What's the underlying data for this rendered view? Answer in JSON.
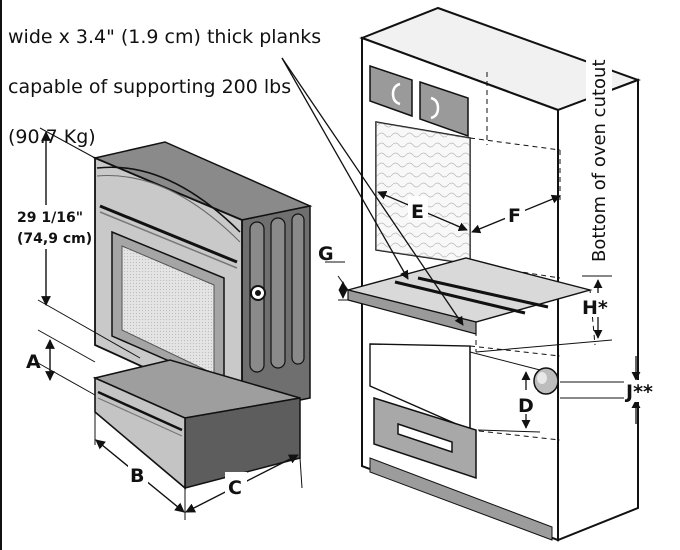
{
  "note_lines": [
    "wide x 3.4\" (1.9 cm) thick planks",
    "capable of supporting 200 lbs",
    "(90.7 Kg)"
  ],
  "dimension_text": {
    "height_in": "29 1/16\"",
    "height_cm": "(74,9 cm)"
  },
  "labels": {
    "A": "A",
    "B": "B",
    "C": "C",
    "D": "D",
    "E": "E",
    "F": "F",
    "G": "G",
    "H": "H*",
    "J": "J**"
  },
  "cutout_caption": "Bottom of oven cutout",
  "icons": {
    "oven": "wall-oven-icon",
    "drawer": "warming-drawer-icon",
    "cabinet": "cabinet-icon"
  }
}
